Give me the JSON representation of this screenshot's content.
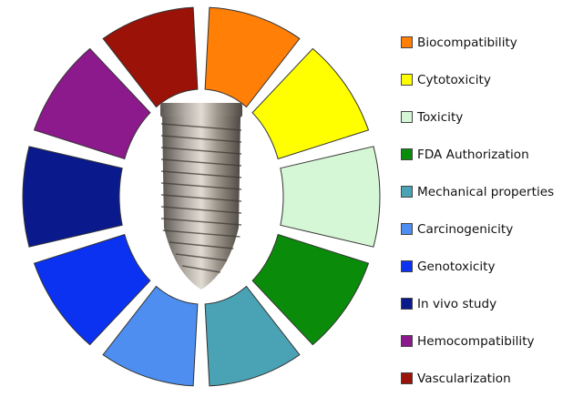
{
  "segments": [
    {
      "label": "Biocompatibility",
      "color": "#ff7f07"
    },
    {
      "label": "Cytotoxicity",
      "color": "#ffff00"
    },
    {
      "label": "Toxicity",
      "color": "#d6f7d6"
    },
    {
      "label": "FDA Authorization",
      "color": "#0a8c0a"
    },
    {
      "label": "Mechanical properties",
      "color": "#4aa3b5"
    },
    {
      "label": "Carcinogenicity",
      "color": "#4d8ef0"
    },
    {
      "label": "Genotoxicity",
      "color": "#0a32f0"
    },
    {
      "label": "In vivo study",
      "color": "#0a1a8c"
    },
    {
      "label": "Hemocompatibility",
      "color": "#8c1a8c"
    },
    {
      "label": "Vascularization",
      "color": "#9a1208"
    }
  ],
  "center_image_icon": "dental-implant-icon"
}
